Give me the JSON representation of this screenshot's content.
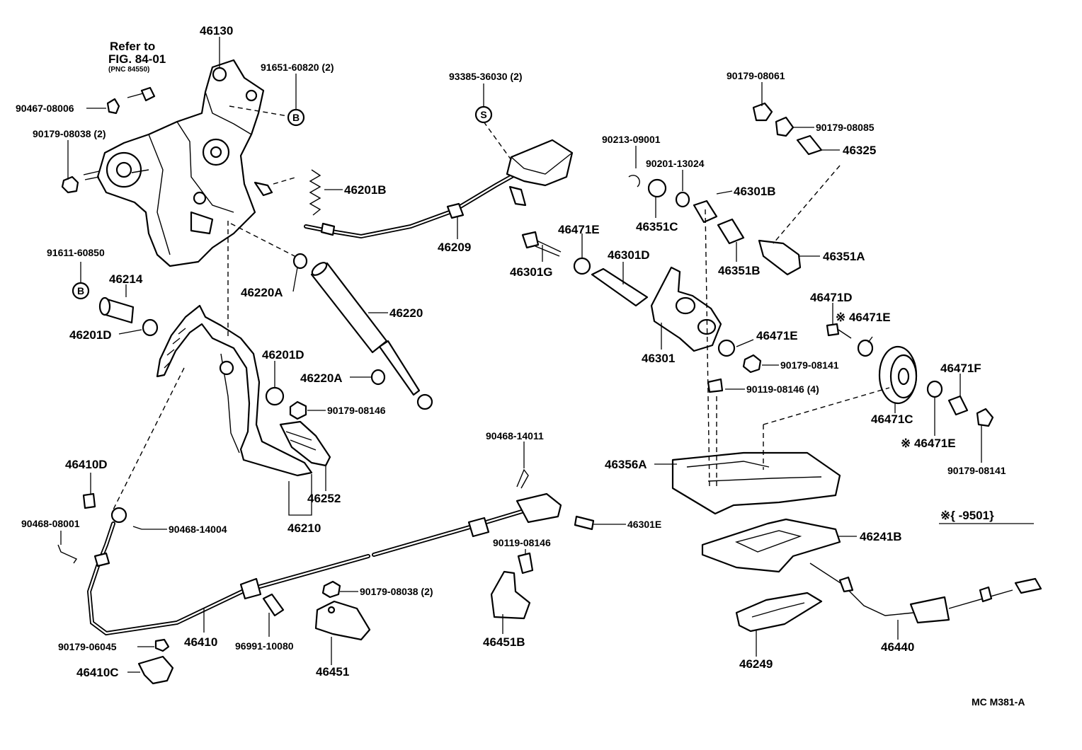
{
  "labels": {
    "refer_line1": "Refer to",
    "refer_line2": "FIG. 84-01",
    "refer_line3": "(PNC 84550)",
    "l46130": "46130",
    "l91651": "91651-60820 (2)",
    "l90467": "90467-08006",
    "l90179_08038a": "90179-08038 (2)",
    "l46201B": "46201B",
    "l91611": "91611-60850",
    "l46214": "46214",
    "l46201D_a": "46201D",
    "l46220A_a": "46220A",
    "l46220": "46220",
    "l46201D_b": "46201D",
    "l46220A_b": "46220A",
    "l90179_08146": "90179-08146",
    "l46252": "46252",
    "l46210": "46210",
    "l46410D": "46410D",
    "l90468_08001": "90468-08001",
    "l90468_14004": "90468-14004",
    "l46410": "46410",
    "l96991": "96991-10080",
    "l90179_08038b": "90179-08038 (2)",
    "l46451": "46451",
    "l90179_06045": "90179-06045",
    "l46410C": "46410C",
    "l93385": "93385-36030 (2)",
    "l46209": "46209",
    "l90468_14011": "90468-14011",
    "l90119_08146a": "90119-08146",
    "l46451B": "46451B",
    "l46301E_b": "46301E",
    "l90213": "90213-09001",
    "l90201": "90201-13024",
    "l46351C": "46351C",
    "l46301B": "46301B",
    "l46351B": "46351B",
    "l46471E_a": "46471E",
    "l46301G": "46301G",
    "l46301D": "46301D",
    "l46301": "46301",
    "l46471E_b": "46471E",
    "l90179_08141a": "90179-08141",
    "l90119_08146b": "90119-08146 (4)",
    "l46356A": "46356A",
    "l90179_08061": "90179-08061",
    "l90179_08085": "90179-08085",
    "l46325": "46325",
    "l46351A": "46351A",
    "l46471D": "46471D",
    "l46471E_c": "※ 46471E",
    "l46471C": "46471C",
    "l46471F": "46471F",
    "l46471E_d": "※ 46471E",
    "l90179_08141b": "90179-08141",
    "l46241B": "46241B",
    "l46249": "46249",
    "l46440": "46440",
    "note": "※{        -9501}",
    "ref_code": "MC  M381-A",
    "callout_b": "B",
    "callout_s": "S"
  }
}
